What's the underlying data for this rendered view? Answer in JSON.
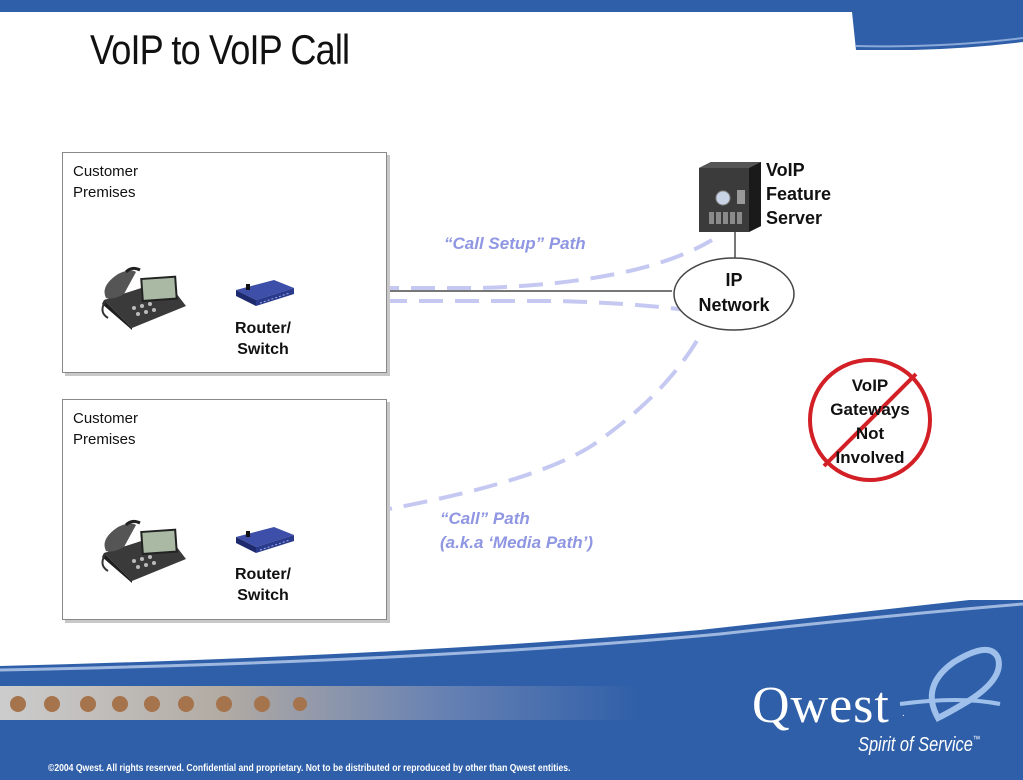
{
  "slide": {
    "title": "VoIP to VoIP Call",
    "footer_copyright": "©2004 Qwest. All rights reserved. Confidential and proprietary. Not to be distributed or reproduced by other than Qwest entities.",
    "logo_text": "Qwest",
    "logo_tm": ".",
    "tagline": "Spirit of Service",
    "tagline_tm": "™"
  },
  "diagram": {
    "premises_top": {
      "label": "Customer\nPremises",
      "router_label": "Router/\nSwitch"
    },
    "premises_bottom": {
      "label": "Customer\nPremises",
      "router_label": "Router/\nSwitch"
    },
    "server_label": "VoIP\nFeature\nServer",
    "network_label": "IP\nNetwork",
    "call_setup_path_label": "“Call Setup” Path",
    "call_path_label": "“Call” Path\n(a.k.a ‘Media Path’)",
    "gateway_label": "VoIP\nGateways\nNot\nInvolved"
  },
  "colors": {
    "brand_blue": "#2f5fa8",
    "path_dash": "#c5c9f2",
    "path_text": "#8f96e2",
    "prohibition_red": "#d31f26"
  },
  "icons": [
    "ip-phone-icon",
    "router-icon",
    "server-icon",
    "prohibition-icon"
  ]
}
